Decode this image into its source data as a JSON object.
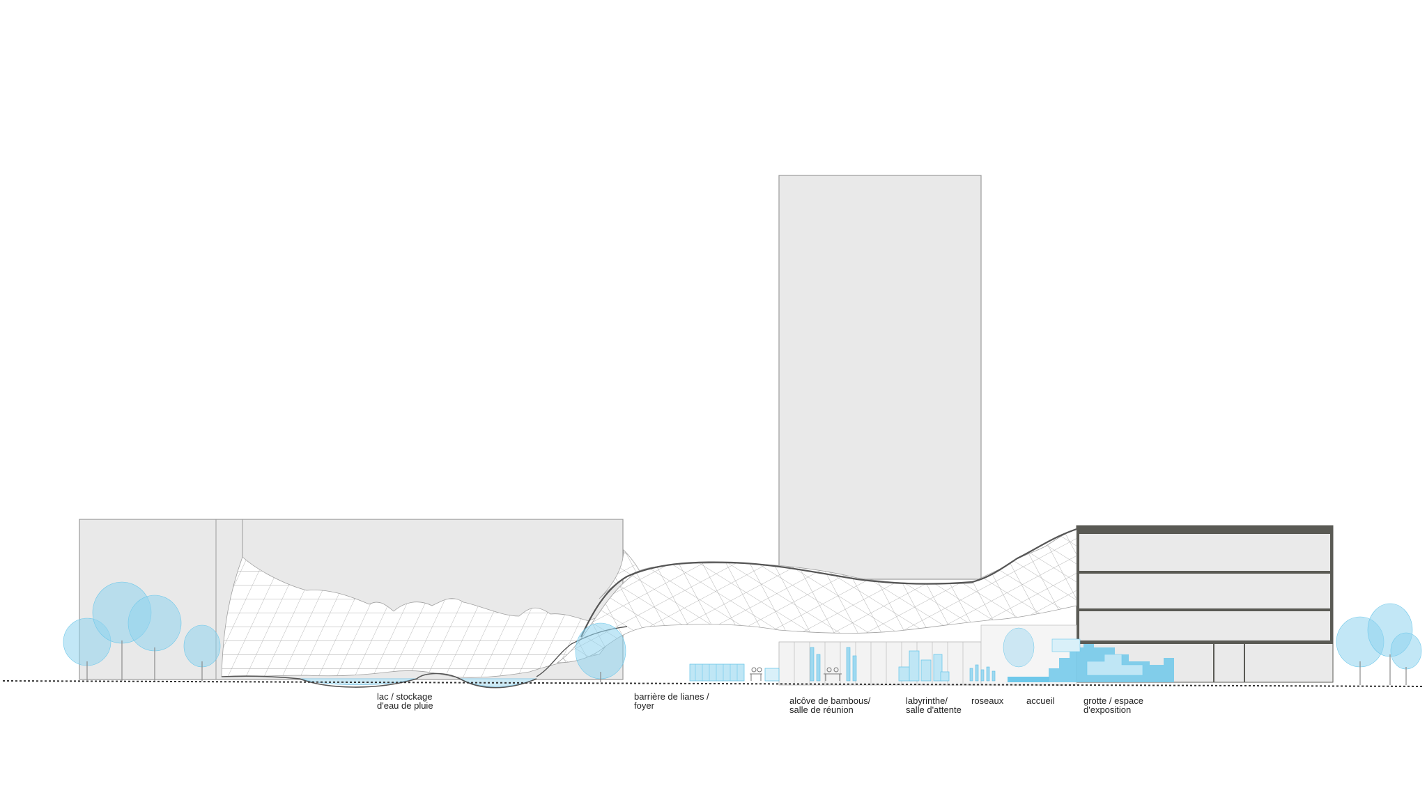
{
  "colors": {
    "background": "#ffffff",
    "building_fill": "#e9e9e9",
    "building_stroke": "#9a9a9a",
    "mesh_line": "#9c9c9c",
    "roof_outline": "#555555",
    "dark_building": "#5a5a54",
    "water": "#cdeaf5",
    "cyan_accent": "#6ec8ea",
    "tree": "#8fd3ef",
    "ground_line": "#333333",
    "label_text": "#222222"
  },
  "labels": {
    "lake": [
      "lac / stockage",
      "d'eau de pluie"
    ],
    "liana": [
      "barrière de lianes /",
      "foyer"
    ],
    "bamboo": [
      "alcôve de bambous/",
      "salle de réunion"
    ],
    "labyrinth": [
      "labyrinthe/",
      "salle d'attente"
    ],
    "reeds": [
      "roseaux"
    ],
    "reception": [
      "accueil"
    ],
    "grotto": [
      "grotte / espace",
      "d'exposition"
    ]
  },
  "icons": {
    "tree": "tree-icon",
    "water": "water-body-icon",
    "furniture": "meeting-table-icon"
  }
}
